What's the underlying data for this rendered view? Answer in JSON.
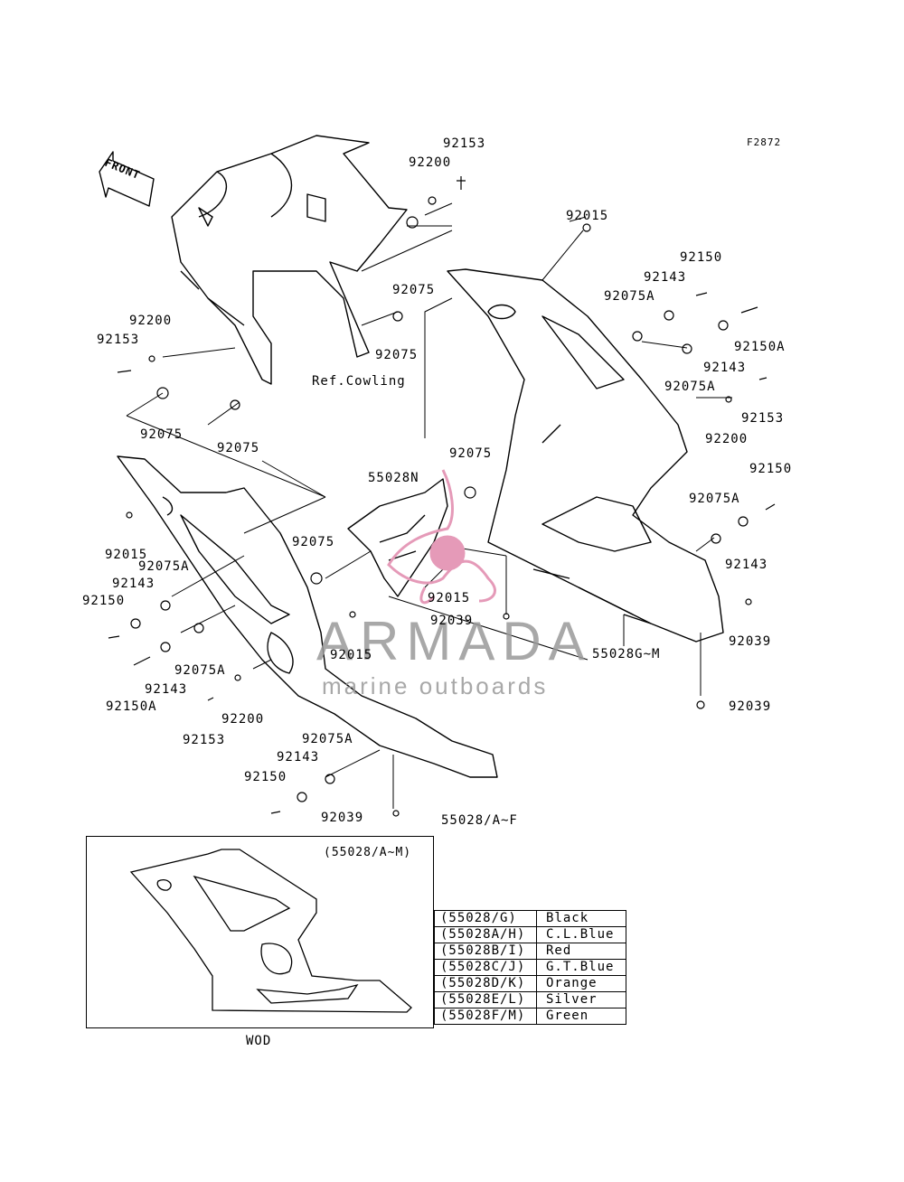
{
  "figure_code": "F2872",
  "front_label": "FRONT",
  "ref_label": "Ref.Cowling",
  "parts": {
    "p1": "92153",
    "p2": "92200",
    "p3": "92015",
    "p4": "92150",
    "p5": "92143",
    "p6": "92075A",
    "p7": "92150A",
    "p8": "92075",
    "p9": "92075",
    "p10": "92143",
    "p11": "92075A",
    "p12": "92153",
    "p13": "92200",
    "p14": "92200",
    "p15": "92153",
    "p16": "92075",
    "p17": "92075",
    "p18": "92075",
    "p19": "55028N",
    "p20": "92150",
    "p21": "92075A",
    "p22": "92143",
    "p23": "92015",
    "p24": "92075A",
    "p25": "92143",
    "p26": "92150",
    "p27": "92075",
    "p28": "92015",
    "p29": "92039",
    "p30": "55028G~M",
    "p31": "92039",
    "p32": "92015",
    "p33": "92075A",
    "p34": "92143",
    "p35": "92150A",
    "p36": "92200",
    "p37": "92153",
    "p38": "92039",
    "p39": "92075A",
    "p40": "92143",
    "p41": "92150",
    "p42": "92039",
    "p43": "55028/A~F"
  },
  "inset": {
    "title": "(55028/A~M)",
    "caption": "WOD",
    "colors": [
      {
        "code": "(55028/G)",
        "color": "Black"
      },
      {
        "code": "(55028A/H)",
        "color": "C.L.Blue"
      },
      {
        "code": "(55028B/I)",
        "color": "Red"
      },
      {
        "code": "(55028C/J)",
        "color": "G.T.Blue"
      },
      {
        "code": "(55028D/K)",
        "color": "Orange"
      },
      {
        "code": "(55028E/L)",
        "color": "Silver"
      },
      {
        "code": "(55028F/M)",
        "color": "Green"
      }
    ]
  },
  "watermark": {
    "name": "ARMADA",
    "tagline": "marine outboards",
    "logo_color": "#e59ab8"
  }
}
